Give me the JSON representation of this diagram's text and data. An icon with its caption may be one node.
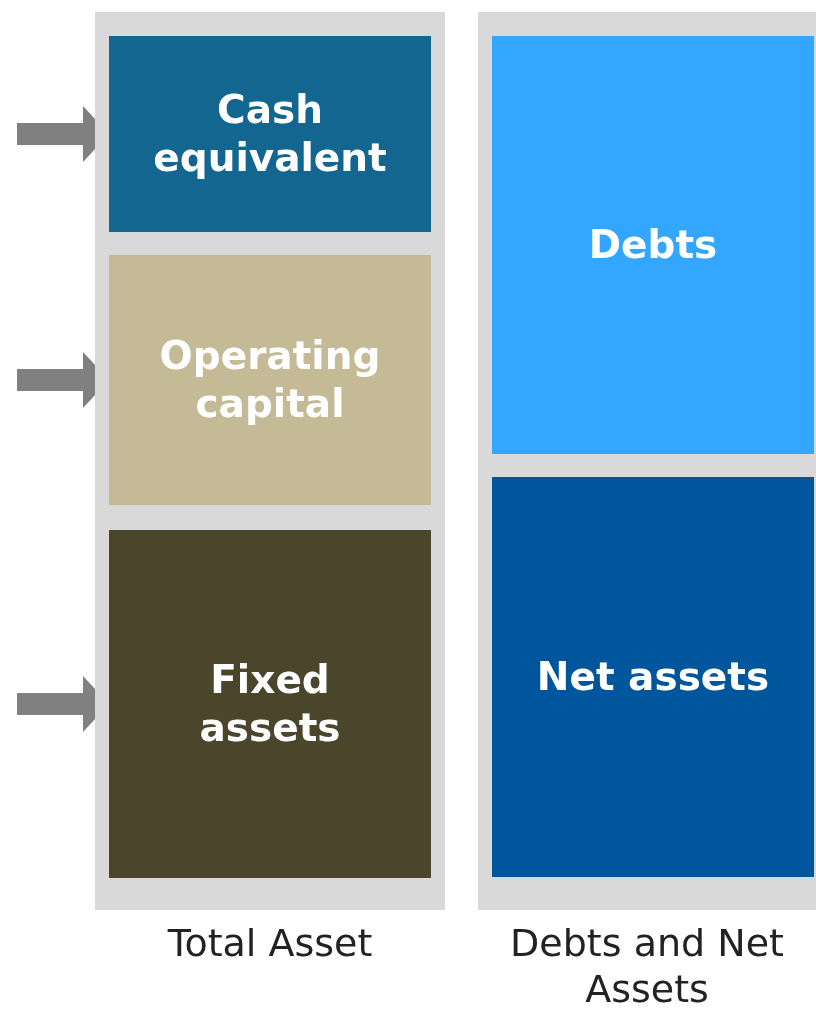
{
  "diagram": {
    "nodes": [
      {
        "text": [
          "Total Asset"
        ]
      },
      {
        "text": [
          "Cash equivalent"
        ],
        "in": 0
      },
      {
        "text": [
          "Operating capital"
        ],
        "in": 0
      },
      {
        "text": [
          "Fixed assets"
        ],
        "in": 0
      },
      {
        "text": [
          "Debts and Net Assets"
        ]
      },
      {
        "text": [
          "Debts"
        ],
        "in": 4
      },
      {
        "text": [
          "Net assets"
        ],
        "in": 4
      }
    ],
    "edges": [
      {
        "from": null,
        "to": 1,
        "arrow": "to"
      },
      {
        "from": null,
        "to": 2,
        "arrow": "to"
      },
      {
        "from": null,
        "to": 3,
        "arrow": "to"
      }
    ]
  }
}
